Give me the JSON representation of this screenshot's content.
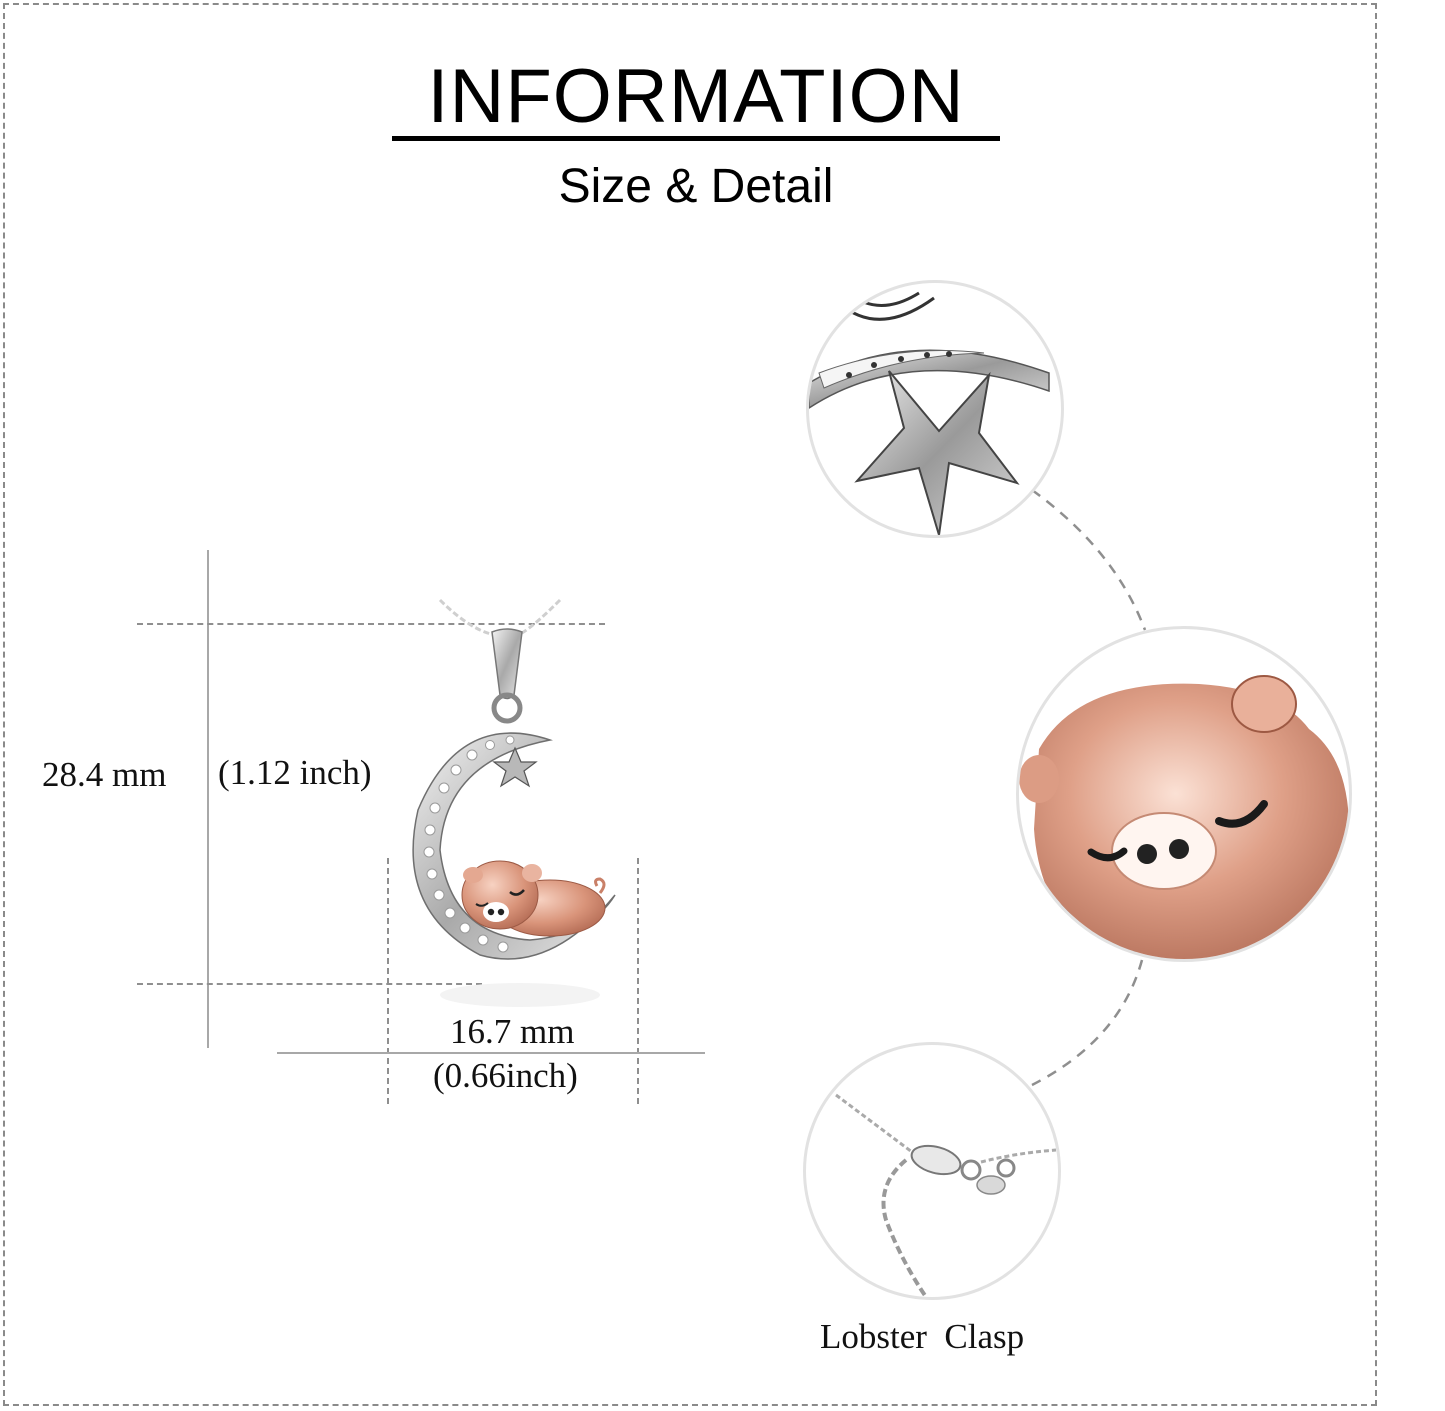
{
  "header": {
    "title": "INFORMATION",
    "subtitle": "Size & Detail"
  },
  "dimensions": {
    "height_mm": "28.4 mm",
    "height_inch": "(1.12 inch)",
    "width_mm": "16.7 mm",
    "width_inch": "(0.66inch)"
  },
  "product": {
    "image": "moon-pig-pendant-necklace",
    "colors": {
      "silver": "#c8c8c8",
      "rose_gold": "#d99a82",
      "guide_line": "#a8a8a8"
    }
  },
  "details": [
    {
      "id": "star",
      "image": "star-closeup"
    },
    {
      "id": "pig",
      "image": "pig-closeup"
    },
    {
      "id": "clasp",
      "image": "lobster-clasp-closeup",
      "caption": "Lobster  Clasp"
    }
  ]
}
